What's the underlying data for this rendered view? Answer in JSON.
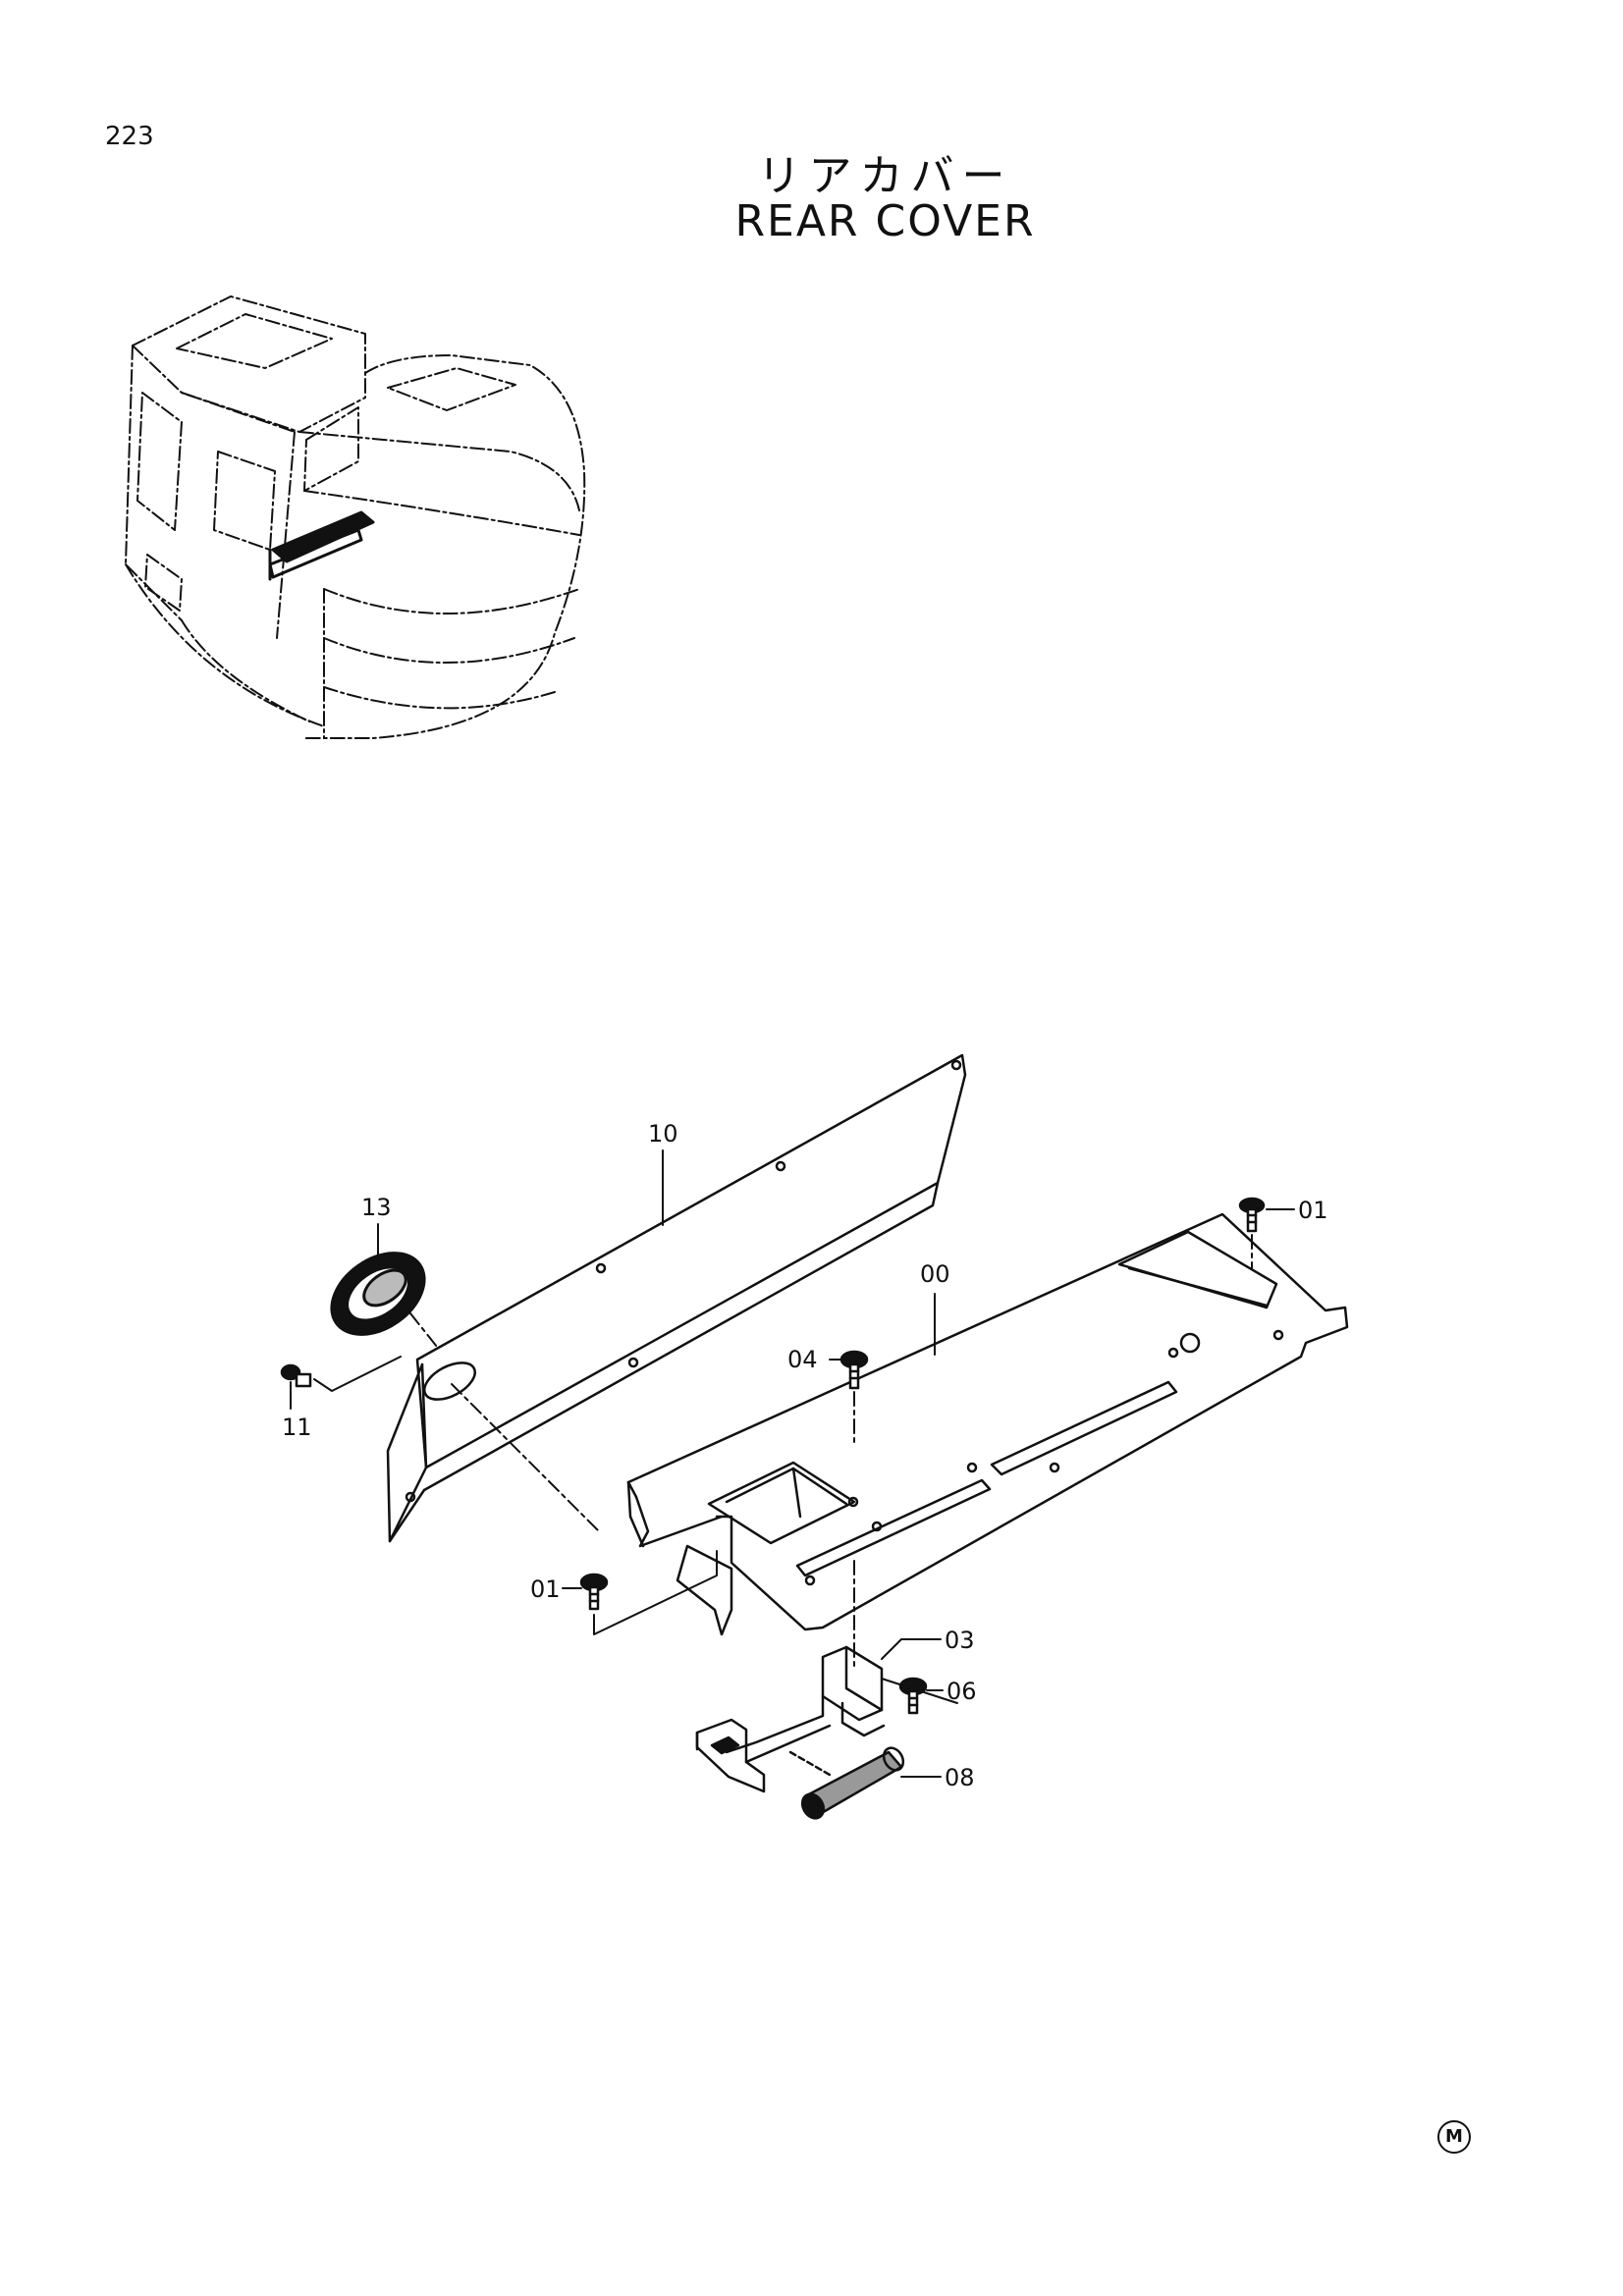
{
  "page": {
    "number": "223"
  },
  "title": {
    "japanese": "リアカバー",
    "english": "REAR COVER"
  },
  "callouts": [
    {
      "id": "10",
      "label": "10"
    },
    {
      "id": "13",
      "label": "13"
    },
    {
      "id": "01a",
      "label": "01"
    },
    {
      "id": "00",
      "label": "00"
    },
    {
      "id": "04",
      "label": "04"
    },
    {
      "id": "11",
      "label": "11"
    },
    {
      "id": "01b",
      "label": "01"
    },
    {
      "id": "03",
      "label": "03"
    },
    {
      "id": "06",
      "label": "06"
    },
    {
      "id": "08",
      "label": "08"
    }
  ],
  "mark": {
    "symbol": "M"
  }
}
